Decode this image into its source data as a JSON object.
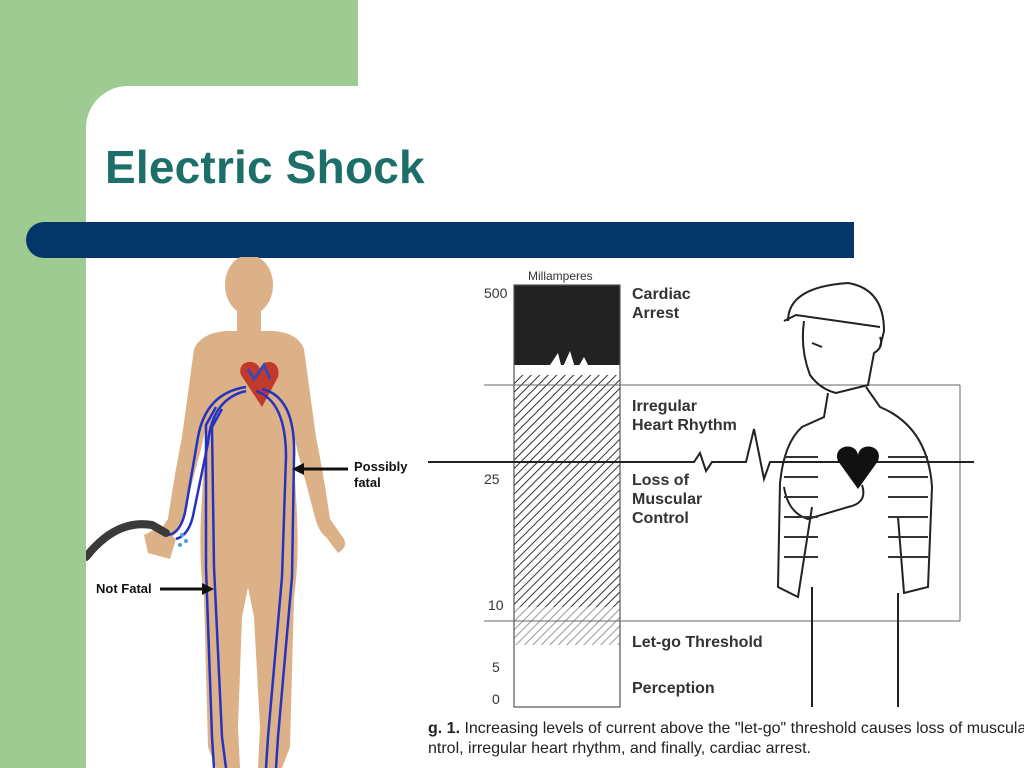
{
  "slide": {
    "title": "Electric Shock",
    "colors": {
      "green_panel": "#9ecb92",
      "title_bar": "#053668",
      "title_text": "#1d6f6a"
    }
  },
  "body_figure": {
    "label_possibly": "Possibly",
    "label_fatal": "fatal",
    "label_not_fatal": "Not Fatal",
    "colors": {
      "skin": "#ddb187",
      "current_path": "#2433c2",
      "heart": "#c0392b",
      "hose": "#3a3a3a"
    }
  },
  "chart_figure": {
    "units_label": "Millamperes",
    "ticks": [
      "500",
      "25",
      "10",
      "5",
      "0"
    ],
    "levels": [
      {
        "name": "Cardiac Arrest",
        "line1": "Cardiac",
        "line2": "Arrest",
        "line3": ""
      },
      {
        "name": "Irregular Heart Rhythm",
        "line1": "Irregular",
        "line2": "Heart Rhythm",
        "line3": ""
      },
      {
        "name": "Loss of Muscular Control",
        "line1": "Loss of",
        "line2": "Muscular",
        "line3": "Control"
      },
      {
        "name": "Let-go Threshold",
        "line1": "Let-go Threshold",
        "line2": "",
        "line3": ""
      },
      {
        "name": "Perception",
        "line1": "Perception",
        "line2": "",
        "line3": ""
      }
    ],
    "caption_fig": "g. 1.",
    "caption_line1_rest": " Increasing levels of current above the \"let-go\" threshold causes loss of muscular",
    "caption_line2": "ntrol, irregular heart rhythm, and finally, cardiac arrest."
  }
}
